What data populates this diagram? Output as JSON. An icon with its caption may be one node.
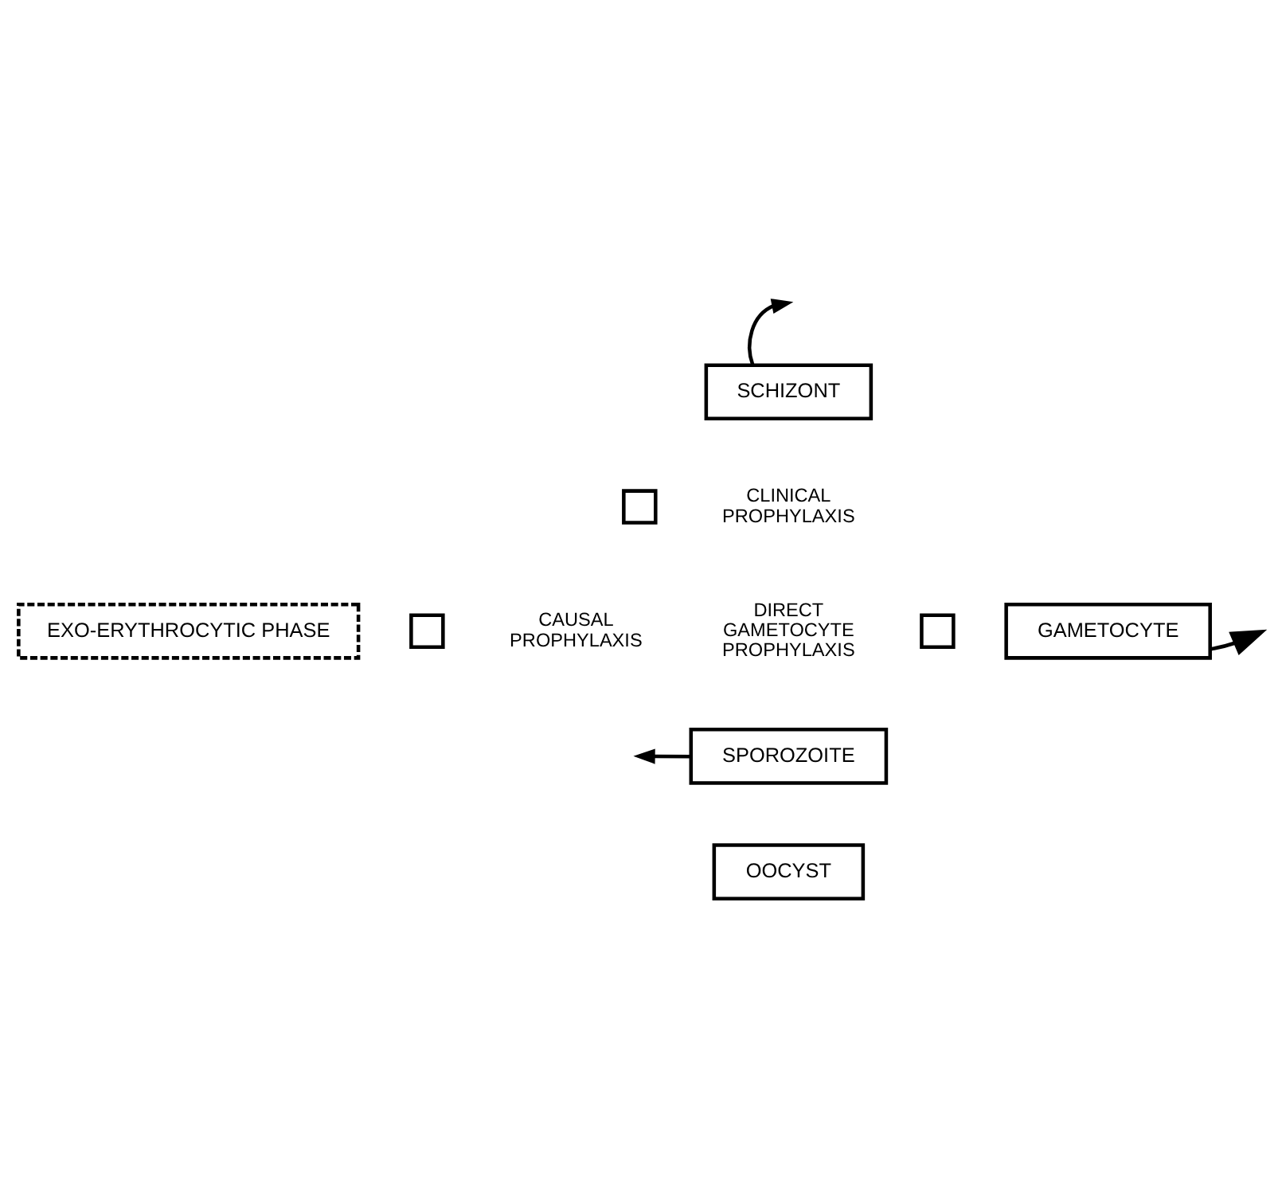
{
  "diagram": {
    "nodes": [
      {
        "text": [
          "SCHIZONT"
        ]
      },
      {
        "text": [],
        "shape": "box",
        "beside": [
          "CLINICAL PROPHYLAXIS"
        ]
      },
      {
        "text": [
          "EXO-ERYTHROCYTIC PHASE"
        ]
      },
      {
        "text": [],
        "shape": "box",
        "beside": [
          "CAUSAL PROPHYLAXIS"
        ]
      },
      {
        "text": [],
        "shape": "box",
        "beside": [
          "DIRECT GAMETOCYTE PROPHYLAXIS"
        ]
      },
      {
        "text": [
          "GAMETOCYTE"
        ]
      },
      {
        "text": [
          "SPOROZOITE"
        ]
      },
      {
        "text": [
          "OOCYST"
        ]
      }
    ],
    "edges": [
      {
        "from": 0,
        "to": null,
        "arrow": "to"
      },
      {
        "from": 5,
        "to": null,
        "arrow": "to"
      },
      {
        "from": 6,
        "to": null,
        "arrow": "to"
      }
    ]
  }
}
